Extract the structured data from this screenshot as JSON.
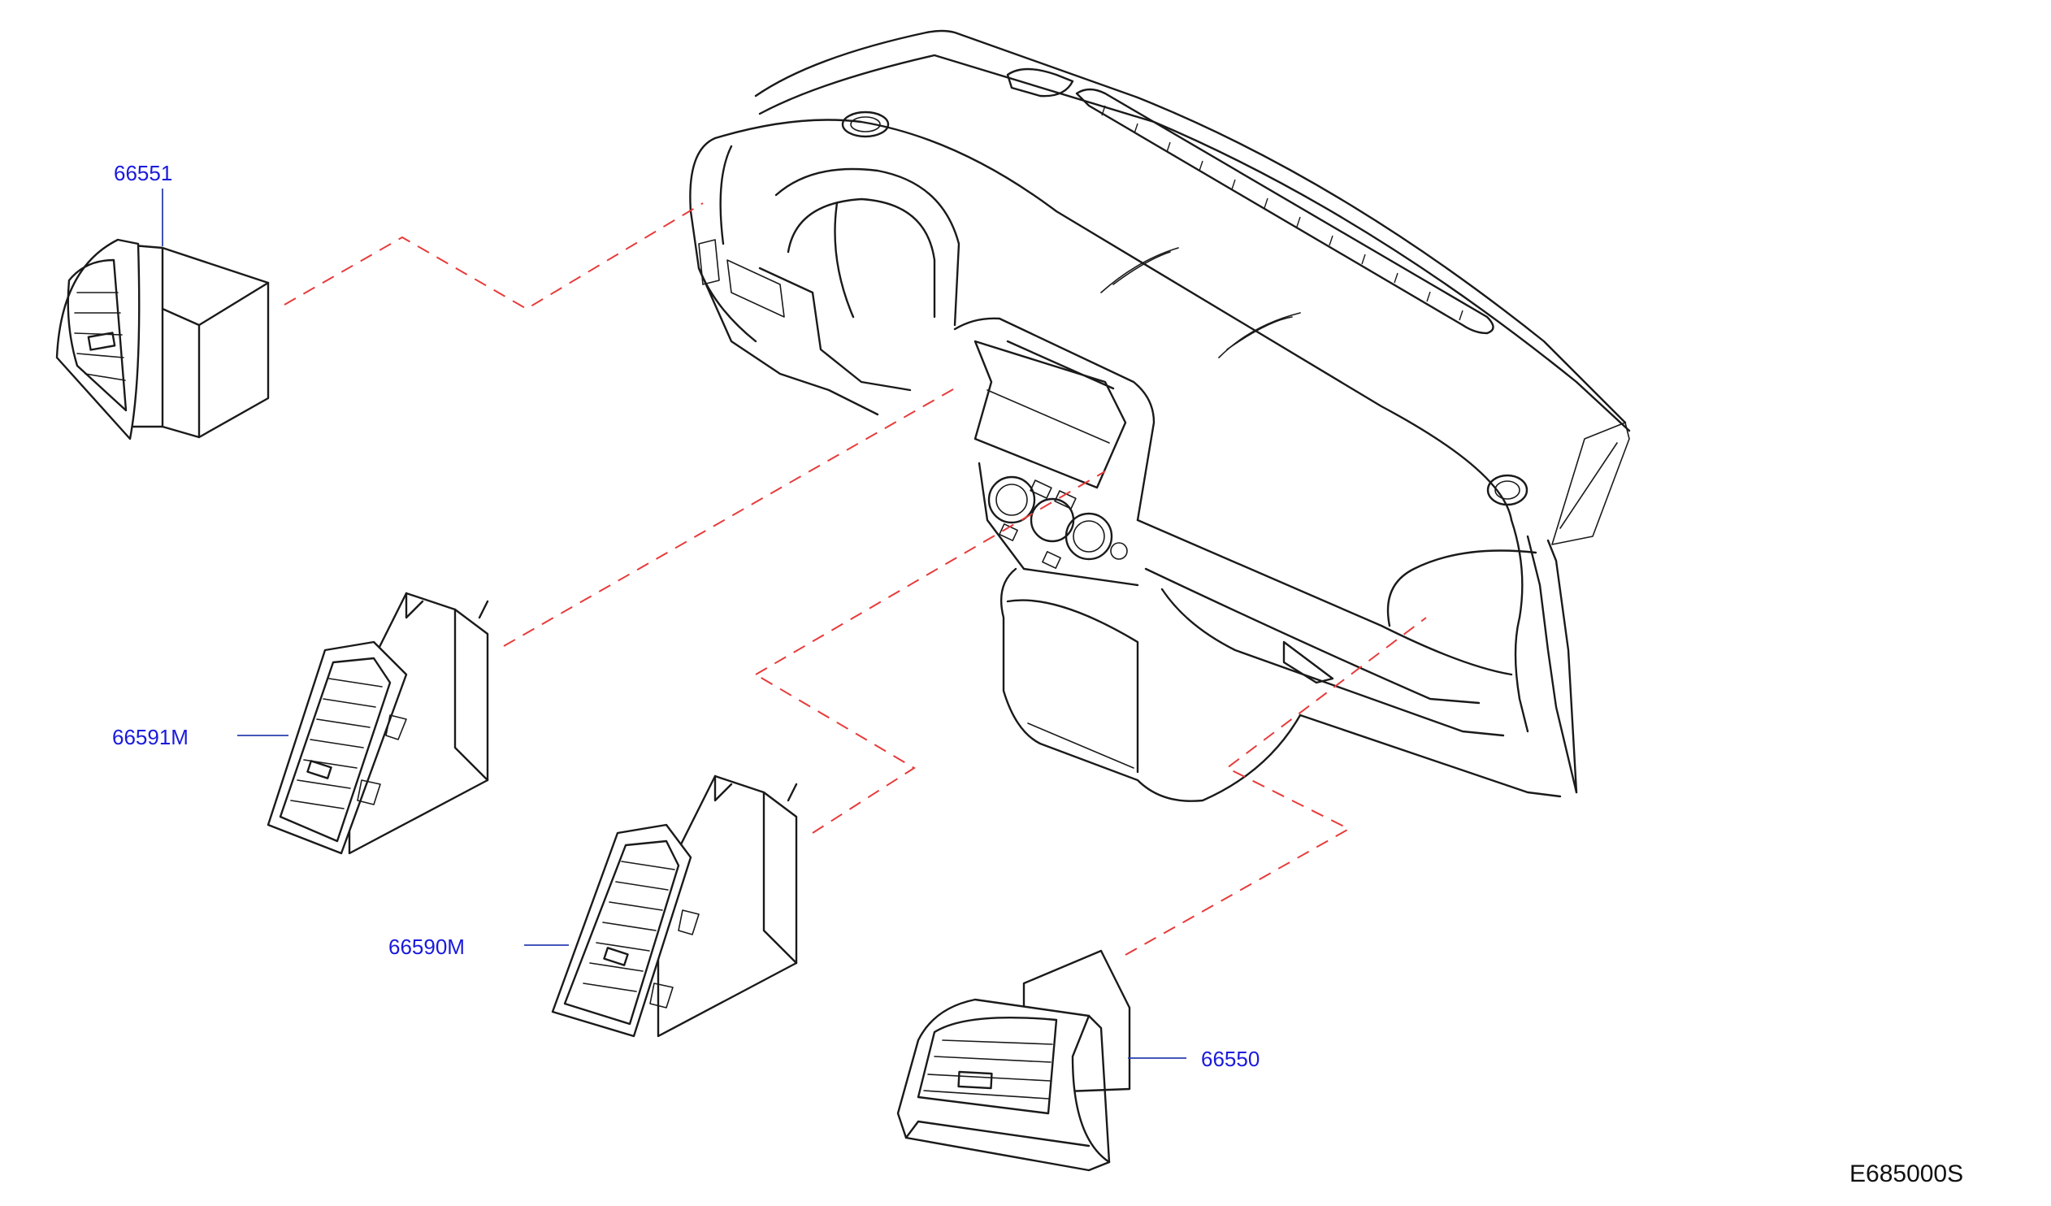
{
  "parts": [
    {
      "id": "66551",
      "label": "66551"
    },
    {
      "id": "66591M",
      "label": "66591M"
    },
    {
      "id": "66590M",
      "label": "66590M"
    },
    {
      "id": "66550",
      "label": "66550"
    }
  ],
  "diagram_code": "E685000S",
  "colors": {
    "part_label": "#1a1adc",
    "leader_line": "#2a3fb0",
    "dashed_callout": "#e83a3a",
    "outline": "#1a1a1a"
  }
}
